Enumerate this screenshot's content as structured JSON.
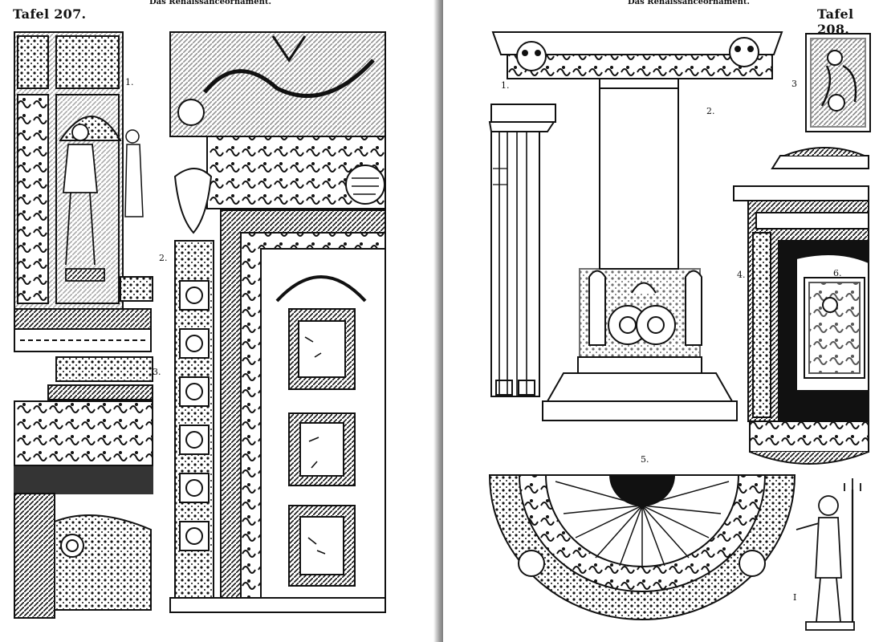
{
  "left_page": {
    "running_title": "Das Renaissanceornament.",
    "plate": "Tafel 207.",
    "figure_numbers": [
      "1.",
      "2.",
      "3."
    ]
  },
  "right_page": {
    "running_title": "Das Renaissanceornament.",
    "plate": "Tafel 208.",
    "figure_numbers": [
      "1.",
      "2.",
      "3",
      "4.",
      "5.",
      "6.",
      "I"
    ]
  },
  "colors": {
    "ink": "#111111",
    "paper": "#ffffff"
  }
}
